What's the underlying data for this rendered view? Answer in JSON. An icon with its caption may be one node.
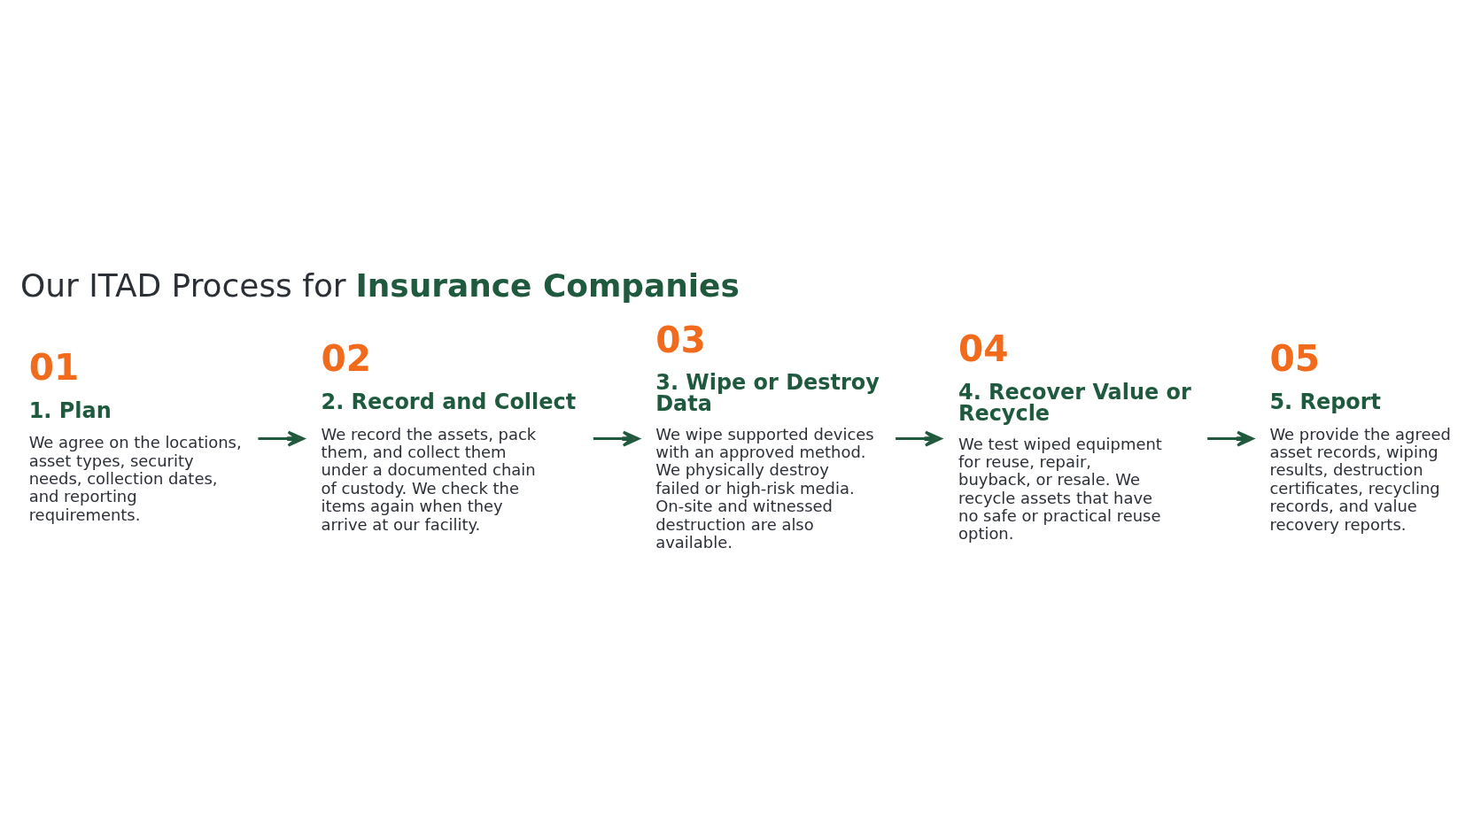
{
  "diagram": {
    "title": "Our ITAD Process for **Insurance Companies**",
    "nodes": [
      {
        "text": [
          "01",
          "1. Plan",
          "We agree on the locations, asset types, security needs, collection dates, and reporting requirements."
        ]
      },
      {
        "text": [
          "02",
          "2. Record and Collect",
          "We record the assets, pack them, and collect them under a documented chain of custody. We check the items again when they arrive at our facility."
        ]
      },
      {
        "text": [
          "03",
          "3. Wipe or Destroy Data",
          "We wipe supported devices with an approved method. We physically destroy failed or high-risk media. On-site and witnessed destruction are also available."
        ]
      },
      {
        "text": [
          "04",
          "4. Recover Value or Recycle",
          "We test wiped equipment for reuse, repair, buyback, or resale. We recycle assets that have no safe or practical reuse option."
        ]
      },
      {
        "text": [
          "05",
          "5. Report",
          "We provide the agreed asset records, wiping results, destruction certificates, recycling records, and value recovery reports."
        ]
      }
    ],
    "edges": [
      {
        "from": 0,
        "to": 1,
        "arrow": "to"
      },
      {
        "from": 1,
        "to": 2,
        "arrow": "to"
      },
      {
        "from": 2,
        "to": 3,
        "arrow": "to"
      },
      {
        "from": 3,
        "to": 4,
        "arrow": "to"
      }
    ]
  }
}
